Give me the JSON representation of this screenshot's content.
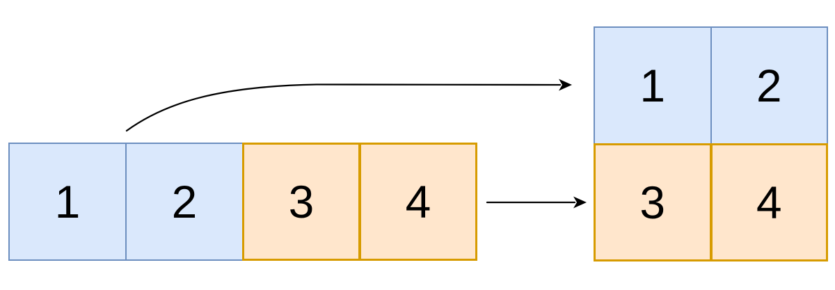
{
  "diagram": {
    "source_row": {
      "cells": [
        {
          "value": "1",
          "color": "blue"
        },
        {
          "value": "2",
          "color": "blue"
        },
        {
          "value": "3",
          "color": "orange"
        },
        {
          "value": "4",
          "color": "orange"
        }
      ]
    },
    "target_grid": {
      "rows": [
        [
          {
            "value": "1",
            "color": "blue"
          },
          {
            "value": "2",
            "color": "blue"
          }
        ],
        [
          {
            "value": "3",
            "color": "orange"
          },
          {
            "value": "4",
            "color": "orange"
          }
        ]
      ]
    },
    "arrows": [
      {
        "icon": "curved-right-arrow-icon"
      },
      {
        "icon": "straight-right-arrow-icon"
      }
    ],
    "colors": {
      "blue_fill": "#dae8fc",
      "blue_border": "#6c8ebf",
      "orange_fill": "#ffe6cc",
      "orange_border": "#d79b00",
      "arrow": "#000000",
      "background": "#ffffff"
    }
  }
}
